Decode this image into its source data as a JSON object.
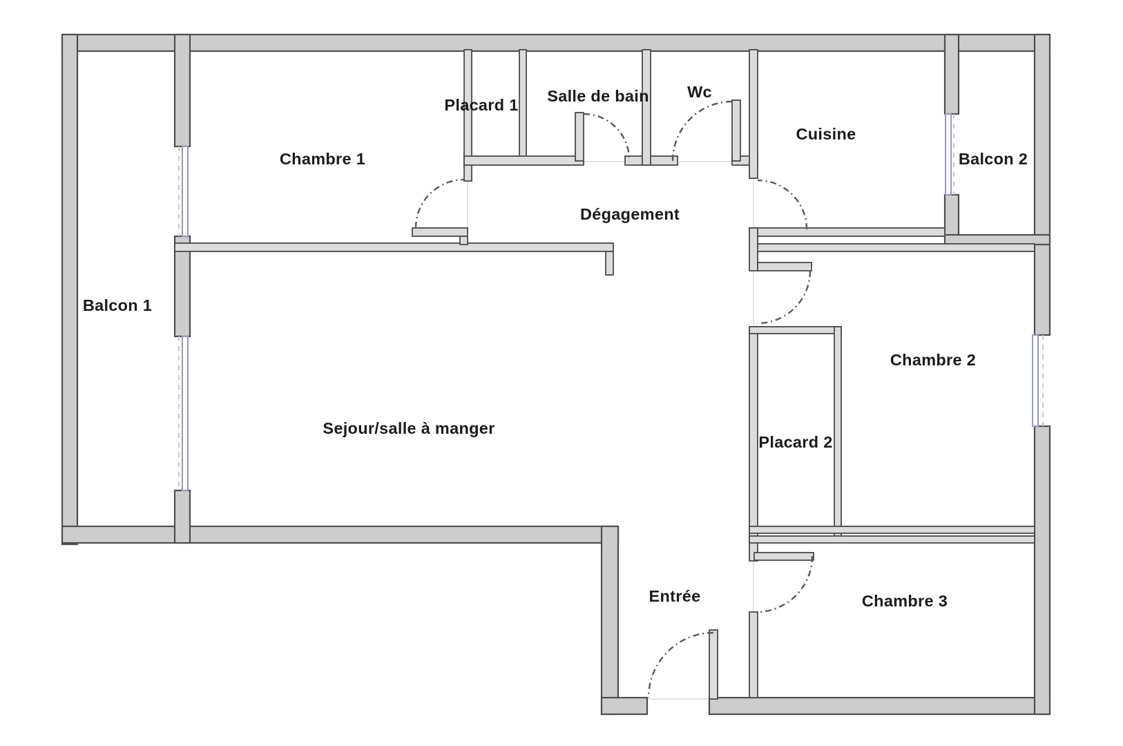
{
  "meta": {
    "diagram_type": "apartment-floor-plan",
    "language": "fr"
  },
  "colors": {
    "background": "#ffffff",
    "outer_wall_fill": "#cdcdcd",
    "interior_wall_fill": "#dcdcdc",
    "wall_stroke": "#4e4e4e",
    "window_glass": "#9797c5",
    "door_arc": "#585858",
    "label_color": "#1b1b1b"
  },
  "rooms": [
    {
      "id": "balcon-1",
      "label": "Balcon 1"
    },
    {
      "id": "chambre-1",
      "label": "Chambre 1"
    },
    {
      "id": "placard-1",
      "label": "Placard 1"
    },
    {
      "id": "salle-de-bain",
      "label": "Salle de bain"
    },
    {
      "id": "wc",
      "label": "Wc"
    },
    {
      "id": "cuisine",
      "label": "Cuisine"
    },
    {
      "id": "balcon-2",
      "label": "Balcon 2"
    },
    {
      "id": "degagement",
      "label": "Dégagement"
    },
    {
      "id": "sejour",
      "label": "Sejour/salle à manger"
    },
    {
      "id": "placard-2",
      "label": "Placard 2"
    },
    {
      "id": "chambre-2",
      "label": "Chambre 2"
    },
    {
      "id": "entree",
      "label": "Entrée"
    },
    {
      "id": "chambre-3",
      "label": "Chambre 3"
    }
  ]
}
